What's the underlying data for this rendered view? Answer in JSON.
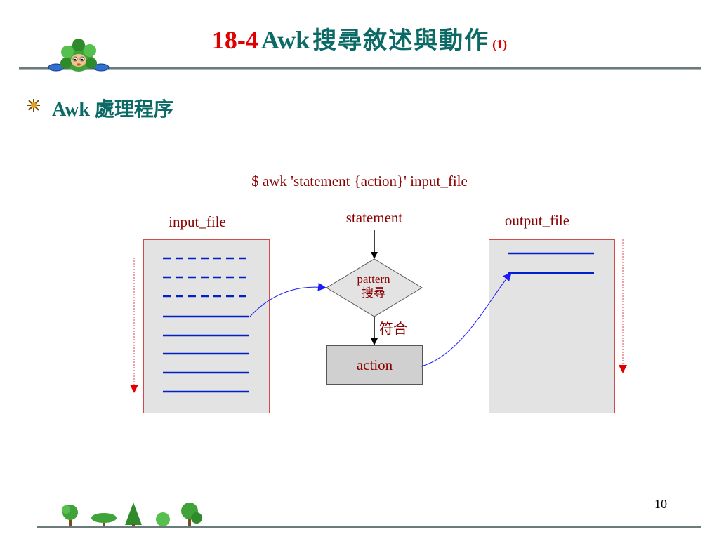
{
  "title": {
    "number": "18-4",
    "awk": "Awk",
    "chinese": "搜尋敘述與動作",
    "part": "(1)"
  },
  "bullet": {
    "text": "Awk 處理程序"
  },
  "diagram": {
    "command": "$ awk 'statement {action}' input_file",
    "input_label": "input_file",
    "statement_label": "statement",
    "output_label": "output_file",
    "pattern_line1": "pattern",
    "pattern_line2": "搜尋",
    "match_label": "符合",
    "action_label": "action"
  },
  "page_number": "10",
  "colors": {
    "title_accent": "#e00000",
    "title_text": "#0b6a66",
    "diagram_text": "#8b0000",
    "file_lines": "#0020c8",
    "flow_arrow": "#1a1aff",
    "scan_arrow": "#e00000",
    "file_box_fill": "#e3e3e3",
    "file_box_border": "#d24a4a"
  },
  "icons": [
    "mascot-tree-icon",
    "bullet-star-icon",
    "footer-trees-icon"
  ]
}
